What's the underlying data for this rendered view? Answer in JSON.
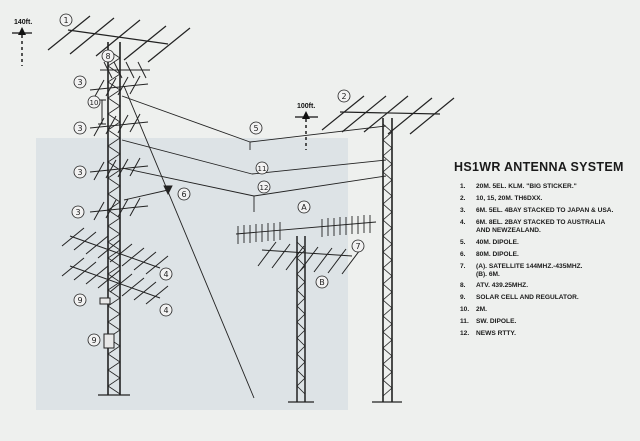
{
  "height_markers": {
    "left": "140ft.",
    "middle": "100ft."
  },
  "callouts": [
    "1",
    "2",
    "3",
    "3",
    "3",
    "3",
    "4",
    "4",
    "5",
    "6",
    "7",
    "8",
    "9",
    "9",
    "10",
    "11",
    "12",
    "A",
    "B"
  ],
  "legend": {
    "title": "HS1WR ANTENNA SYSTEM",
    "items": [
      {
        "num": "1.",
        "text": "20M. 5EL. KLM. \"BIG STICKER.\""
      },
      {
        "num": "2.",
        "text": "10, 15, 20M. TH6DXX."
      },
      {
        "num": "3.",
        "text": "6M. 5EL. 4BAY STACKED TO JAPAN & USA."
      },
      {
        "num": "4.",
        "text": "6M. 8EL. 2BAY STACKED TO AUSTRALIA\nAND NEWZEALAND."
      },
      {
        "num": "5.",
        "text": "40M. DIPOLE."
      },
      {
        "num": "6.",
        "text": "80M. DIPOLE."
      },
      {
        "num": "7.",
        "text": "(A). SATELLITE 144MHz.-435MHz.\n(B). 6M."
      },
      {
        "num": "8.",
        "text": "ATV. 439.25MHz."
      },
      {
        "num": "9.",
        "text": "SOLAR CELL AND REGULATOR."
      },
      {
        "num": "10.",
        "text": "2M."
      },
      {
        "num": "11.",
        "text": "SW. DIPOLE."
      },
      {
        "num": "12.",
        "text": "NEWS RTTY."
      }
    ]
  }
}
